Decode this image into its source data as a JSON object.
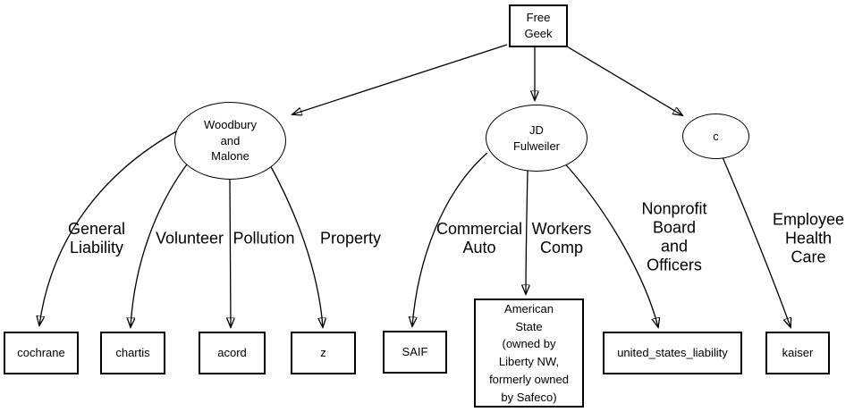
{
  "title": "Free Geek insurance coverage diagram",
  "colors": {
    "background": "#ffffff",
    "stroke": "#000000",
    "text": "#000000",
    "node_fill": "#ffffff"
  },
  "nodes": {
    "free_geek": "Free\nGeek",
    "woodbury": "Woodbury\nand\nMalone",
    "jd_fulweiler": "JD\nFulweiler",
    "c": "c",
    "cochrane": "cochrane",
    "chartis": "chartis",
    "acord": "acord",
    "z": "z",
    "saif": "SAIF",
    "american_state": "American\nState\n(owned by\nLiberty NW,\nformerly owned\nby Safeco)",
    "united_states_liability": "united_states_liability",
    "kaiser": "kaiser"
  },
  "edge_labels": {
    "general_liability": "General\nLiability",
    "volunteer": "Volunteer",
    "pollution": "Pollution",
    "property": "Property",
    "commercial_auto": "Commercial\nAuto",
    "workers_comp": "Workers\nComp",
    "nonprofit_board": "Nonprofit\nBoard\nand\nOfficers",
    "employee_health": "Employee\nHealth\nCare"
  },
  "edges": [
    {
      "from": "Free Geek",
      "to": "Woodbury and Malone",
      "label": ""
    },
    {
      "from": "Free Geek",
      "to": "JD Fulweiler",
      "label": ""
    },
    {
      "from": "Free Geek",
      "to": "c",
      "label": ""
    },
    {
      "from": "Woodbury and Malone",
      "to": "cochrane",
      "label": "General Liability"
    },
    {
      "from": "Woodbury and Malone",
      "to": "chartis",
      "label": "Volunteer"
    },
    {
      "from": "Woodbury and Malone",
      "to": "acord",
      "label": "Pollution"
    },
    {
      "from": "Woodbury and Malone",
      "to": "z",
      "label": "Property"
    },
    {
      "from": "JD Fulweiler",
      "to": "SAIF",
      "label": "Commercial Auto"
    },
    {
      "from": "JD Fulweiler",
      "to": "American State (owned by Liberty NW, formerly owned by Safeco)",
      "label": "Workers Comp"
    },
    {
      "from": "JD Fulweiler",
      "to": "united_states_liability",
      "label": "Nonprofit Board and Officers"
    },
    {
      "from": "c",
      "to": "kaiser",
      "label": "Employee Health Care"
    }
  ]
}
